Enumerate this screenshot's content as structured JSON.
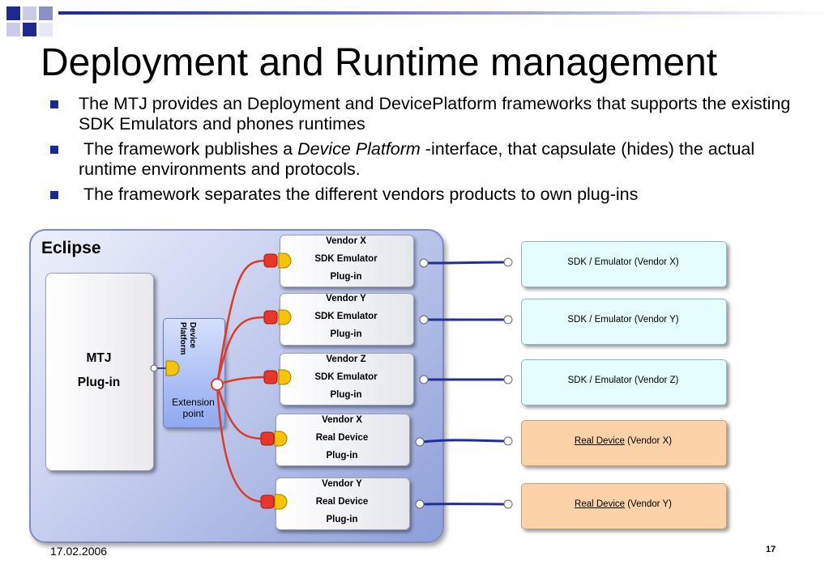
{
  "slide": {
    "title": "Deployment and Runtime management",
    "bullets": [
      {
        "text": "The MTJ provides an Deployment and DevicePlatform frameworks that supports the existing SDK Emulators and phones runtimes"
      },
      {
        "pre": " The framework publishes a ",
        "italic": "Device Platform",
        "post": " -interface, that capsulate (hides) the actual runtime environments and protocols."
      },
      {
        "text": " The framework separates the different vendors products to own plug-ins"
      }
    ],
    "date": "17.02.2006",
    "page_number": "17"
  },
  "diagram": {
    "container_label": "Eclipse",
    "mtj": {
      "line1": "MTJ",
      "line2": "Plug-in"
    },
    "device_platform": {
      "label_line1": "Device",
      "label_line2": "Platform",
      "ext_line1": "Extension",
      "ext_line2": "point"
    },
    "plugins": [
      {
        "vendor": "Vendor X",
        "type": "SDK Emulator",
        "kind": "Plug-in"
      },
      {
        "vendor": "Vendor Y",
        "type": "SDK Emulator",
        "kind": "Plug-in"
      },
      {
        "vendor": "Vendor Z",
        "type": "SDK Emulator",
        "kind": "Plug-in"
      },
      {
        "vendor": "Vendor X",
        "type": "Real Device",
        "kind": "Plug-in"
      },
      {
        "vendor": "Vendor Y",
        "type": "Real Device",
        "kind": "Plug-in"
      }
    ],
    "targets": [
      {
        "text": "SDK / Emulator (Vendor X)",
        "kind": "sdk"
      },
      {
        "text": "SDK / Emulator (Vendor Y)",
        "kind": "sdk"
      },
      {
        "text": "SDK / Emulator (Vendor Z)",
        "kind": "sdk"
      },
      {
        "underlined": "Real Device",
        "rest": " (Vendor X)",
        "kind": "device"
      },
      {
        "underlined": "Real Device",
        "rest": " (Vendor Y)",
        "kind": "device"
      }
    ]
  },
  "colors": {
    "accent_navy": "#1a2b8f",
    "plug_red": "#e8362b",
    "socket_yellow": "#f7c400",
    "wire_blue": "#1f2f9c",
    "sdk_target_bg": "#e6fdfd",
    "device_target_bg": "#fcd3a8"
  }
}
